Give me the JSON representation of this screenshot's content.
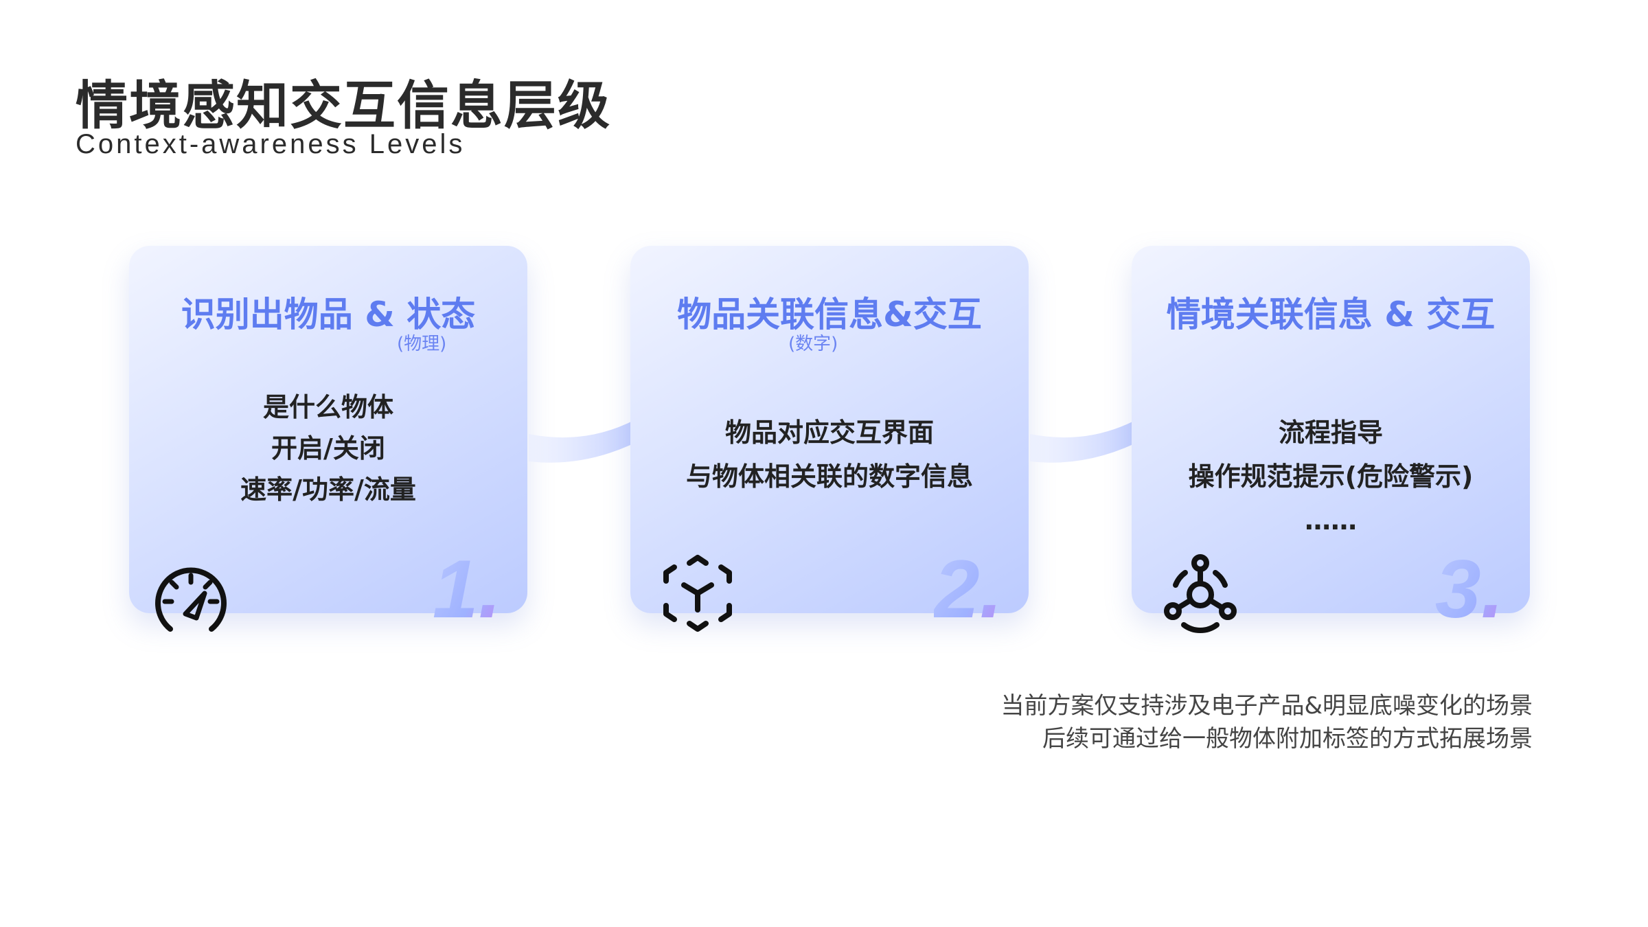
{
  "header": {
    "title": "情境感知交互信息层级",
    "subtitle": "Context-awareness Levels"
  },
  "cards": [
    {
      "title": "识别出物品 & 状态",
      "note": "(物理)",
      "lines": [
        "是什么物体",
        "开启/关闭",
        "速率/功率/流量"
      ],
      "number": "1.",
      "icon": "speedometer-icon"
    },
    {
      "title": "物品关联信息&交互",
      "note": "(数字)",
      "lines": [
        "物品对应交互界面",
        "与物体相关联的数字信息"
      ],
      "number": "2.",
      "icon": "3d-cube-icon"
    },
    {
      "title": "情境关联信息 & 交互",
      "note": "",
      "lines": [
        "流程指导",
        "操作规范提示(危险警示)",
        "……"
      ],
      "number": "3.",
      "icon": "network-hub-icon"
    }
  ],
  "footnote": {
    "line1": "当前方案仅支持涉及电子产品&明显底噪变化的场景",
    "line2": "后续可通过给一般物体附加标签的方式拓展场景"
  },
  "colors": {
    "accent": "#5e7cf0",
    "card_gradient_start": "#f1f4ff",
    "card_gradient_end": "#bccbff",
    "text_dark": "#222222"
  }
}
